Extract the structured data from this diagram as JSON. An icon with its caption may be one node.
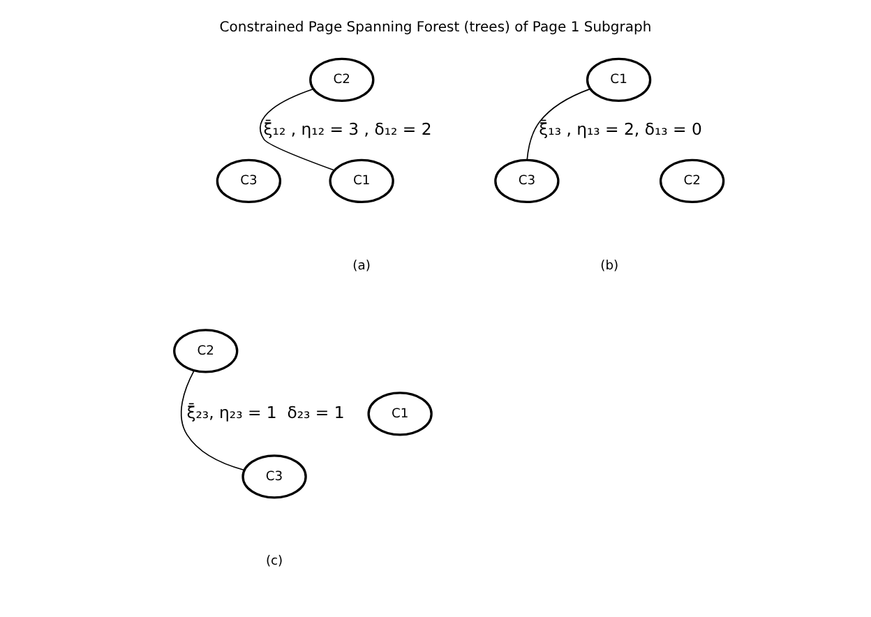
{
  "diagram": {
    "title": "Constrained Page Spanning Forest (trees) of Page 1 Subgraph",
    "nodes": [
      {
        "text": [
          "C2"
        ]
      },
      {
        "text": [
          "C1"
        ]
      },
      {
        "text": [
          "C3"
        ]
      },
      {
        "text": [
          "C2"
        ]
      },
      {
        "text": [
          "C1"
        ]
      },
      {
        "text": [
          "C3"
        ]
      },
      {
        "text": [
          "C2"
        ]
      },
      {
        "text": [
          "C1"
        ]
      },
      {
        "text": [
          "C3"
        ]
      }
    ],
    "edges": [
      {
        "from": 0,
        "to": 1,
        "arrow": "none",
        "label": "ξ̄₁₂ , η₁₂ = 3 , δ₁₂ = 2"
      },
      {
        "from": 4,
        "to": 5,
        "arrow": "none",
        "label": "ξ̄₁₃ , η₁₃ = 2, δ₁₃ = 0"
      },
      {
        "from": 6,
        "to": 8,
        "arrow": "none",
        "label": "ξ̄₂₃, η₂₃ = 1  δ₂₃ = 1"
      }
    ],
    "labels": [
      "(a)",
      "(b)",
      "(c)"
    ]
  }
}
